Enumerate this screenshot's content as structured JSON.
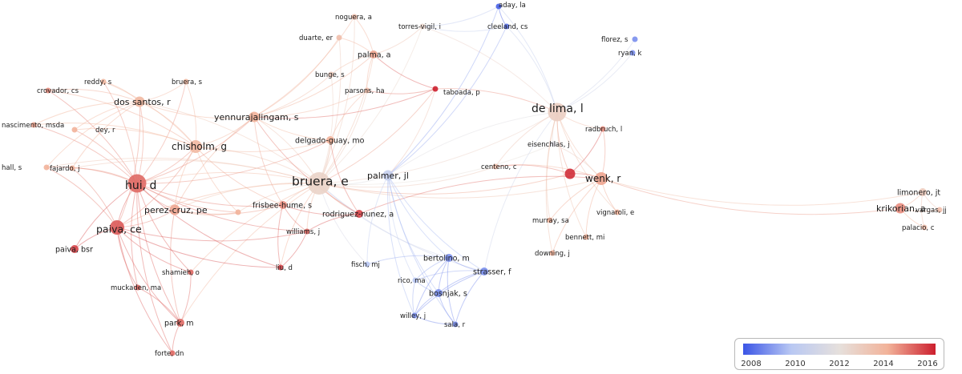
{
  "color_scale": {
    "min_year": 2008,
    "max_year": 2016,
    "stops": [
      "#3b55e6",
      "#b9c8f3",
      "#e6e0dc",
      "#f2b39a",
      "#cc1f2e"
    ],
    "ticks": [
      "2008",
      "2010",
      "2012",
      "2014",
      "2016"
    ]
  },
  "nodes": [
    {
      "id": "aday",
      "label": "aday, la",
      "year": 2008.2,
      "weight": 1
    },
    {
      "id": "noguera",
      "label": "noguera, a",
      "year": 2013.5,
      "weight": 1
    },
    {
      "id": "torres",
      "label": "torres-vigil, i",
      "year": 2012.5,
      "weight": 1
    },
    {
      "id": "cleeland",
      "label": "cleeland, cs",
      "year": 2008.5,
      "weight": 1
    },
    {
      "id": "duarte",
      "label": "duarte, er",
      "year": 2013.5,
      "weight": 1
    },
    {
      "id": "florez",
      "label": "florez, s",
      "year": 2009.0,
      "weight": 1
    },
    {
      "id": "palma",
      "label": "palma, a",
      "year": 2014.2,
      "weight": 2
    },
    {
      "id": "ryan",
      "label": "ryan, k",
      "year": 2009.0,
      "weight": 1
    },
    {
      "id": "reddy",
      "label": "reddy, s",
      "year": 2013.8,
      "weight": 1
    },
    {
      "id": "bruera_s",
      "label": "bruera, s",
      "year": 2013.8,
      "weight": 1
    },
    {
      "id": "crovador",
      "label": "crovador, cs",
      "year": 2014.5,
      "weight": 1
    },
    {
      "id": "bunge",
      "label": "bunge, s",
      "year": 2013.0,
      "weight": 1
    },
    {
      "id": "parsons",
      "label": "parsons, ha",
      "year": 2013.5,
      "weight": 1
    },
    {
      "id": "taboada",
      "label": "taboada, p",
      "year": 2016.0,
      "weight": 1
    },
    {
      "id": "dos_santos",
      "label": "dos santos, r",
      "year": 2013.8,
      "weight": 3
    },
    {
      "id": "delima",
      "label": "de lima, l",
      "year": 2012.8,
      "weight": 6
    },
    {
      "id": "yennu",
      "label": "yennurajalingam, s",
      "year": 2014.0,
      "weight": 3
    },
    {
      "id": "nascimento",
      "label": "nascimento, msda",
      "year": 2014.2,
      "weight": 1
    },
    {
      "id": "dey",
      "label": "dey, r",
      "year": 2014.0,
      "weight": 1
    },
    {
      "id": "radbruch",
      "label": "radbruch, l",
      "year": 2014.5,
      "weight": 1
    },
    {
      "id": "delgado",
      "label": "delgado-guay, mo",
      "year": 2014.0,
      "weight": 2
    },
    {
      "id": "eisenchlas",
      "label": "eisenchlas, j",
      "year": 2011.5,
      "weight": 1
    },
    {
      "id": "chisholm",
      "label": "chisholm, g",
      "year": 2013.8,
      "weight": 4
    },
    {
      "id": "centeno",
      "label": "centeno, c",
      "year": 2013.5,
      "weight": 1
    },
    {
      "id": "hall",
      "label": "hall, s",
      "year": 2014.0,
      "weight": 1
    },
    {
      "id": "fajardo",
      "label": "fajardo, j",
      "year": 2014.0,
      "weight": 1
    },
    {
      "id": "bruera_e",
      "label": "bruera, e",
      "year": 2012.6,
      "weight": 8
    },
    {
      "id": "palmer",
      "label": "palmer, jl",
      "year": 2010.5,
      "weight": 3
    },
    {
      "id": "unk1",
      "label": "",
      "year": 2015.8,
      "weight": 3
    },
    {
      "id": "wenk",
      "label": "wenk, r",
      "year": 2014.2,
      "weight": 4
    },
    {
      "id": "hui",
      "label": "hui, d",
      "year": 2015.0,
      "weight": 6
    },
    {
      "id": "limonero",
      "label": "limonero, jt",
      "year": 2013.0,
      "weight": 2
    },
    {
      "id": "perez",
      "label": "perez-cruz, pe",
      "year": 2014.2,
      "weight": 3
    },
    {
      "id": "frisbee",
      "label": "frisbee-hume, s",
      "year": 2014.5,
      "weight": 2
    },
    {
      "id": "unk2",
      "label": "",
      "year": 2014.0,
      "weight": 1
    },
    {
      "id": "rodriguez",
      "label": "rodriguez-nunez, a",
      "year": 2015.5,
      "weight": 2
    },
    {
      "id": "krikorian",
      "label": "krikorian, a",
      "year": 2014.5,
      "weight": 3
    },
    {
      "id": "vargas",
      "label": "vargas, jj",
      "year": 2013.5,
      "weight": 1
    },
    {
      "id": "vignaroli",
      "label": "vignaroli, e",
      "year": 2014.0,
      "weight": 1
    },
    {
      "id": "murray",
      "label": "murray, sa",
      "year": 2014.0,
      "weight": 1
    },
    {
      "id": "paiva_ce",
      "label": "paiva, ce",
      "year": 2015.2,
      "weight": 5
    },
    {
      "id": "bennett",
      "label": "bennett, mi",
      "year": 2014.0,
      "weight": 1
    },
    {
      "id": "palacio",
      "label": "palacio, c",
      "year": 2013.5,
      "weight": 1
    },
    {
      "id": "williams",
      "label": "williams, j",
      "year": 2015.0,
      "weight": 1
    },
    {
      "id": "paiva_bsr",
      "label": "paiva, bsr",
      "year": 2015.5,
      "weight": 2
    },
    {
      "id": "downing",
      "label": "downing, j",
      "year": 2014.0,
      "weight": 1
    },
    {
      "id": "bertolino",
      "label": "bertolino, m",
      "year": 2009.0,
      "weight": 2
    },
    {
      "id": "fisch",
      "label": "fisch, mj",
      "year": 2010.0,
      "weight": 1
    },
    {
      "id": "liu",
      "label": "liu, d",
      "year": 2015.5,
      "weight": 1
    },
    {
      "id": "shamieh",
      "label": "shamieh, o",
      "year": 2015.0,
      "weight": 1
    },
    {
      "id": "strasser",
      "label": "strasser, f",
      "year": 2009.0,
      "weight": 2
    },
    {
      "id": "rico",
      "label": "rico, ma",
      "year": 2010.0,
      "weight": 1
    },
    {
      "id": "muckaden",
      "label": "muckaden, ma",
      "year": 2015.0,
      "weight": 1
    },
    {
      "id": "bosnjak",
      "label": "bosnjak, s",
      "year": 2009.0,
      "weight": 2
    },
    {
      "id": "willey",
      "label": "willey, j",
      "year": 2009.0,
      "weight": 1
    },
    {
      "id": "sala",
      "label": "sala, r",
      "year": 2009.0,
      "weight": 1
    },
    {
      "id": "park",
      "label": "park, m",
      "year": 2015.0,
      "weight": 2
    },
    {
      "id": "forte",
      "label": "forte, dn",
      "year": 2015.0,
      "weight": 1
    }
  ],
  "links": [
    [
      "bruera_e",
      "hui"
    ],
    [
      "bruera_e",
      "chisholm"
    ],
    [
      "bruera_e",
      "yennu"
    ],
    [
      "bruera_e",
      "delgado"
    ],
    [
      "bruera_e",
      "perez"
    ],
    [
      "bruera_e",
      "frisbee"
    ],
    [
      "bruera_e",
      "palmer"
    ],
    [
      "bruera_e",
      "paiva_ce"
    ],
    [
      "bruera_e",
      "dos_santos"
    ],
    [
      "bruera_e",
      "parsons"
    ],
    [
      "bruera_e",
      "palma"
    ],
    [
      "bruera_e",
      "bunge"
    ],
    [
      "bruera_e",
      "delima"
    ],
    [
      "bruera_e",
      "wenk"
    ],
    [
      "bruera_e",
      "centeno"
    ],
    [
      "bruera_e",
      "rodriguez"
    ],
    [
      "bruera_e",
      "williams"
    ],
    [
      "bruera_e",
      "liu"
    ],
    [
      "bruera_e",
      "noguera"
    ],
    [
      "bruera_e",
      "duarte"
    ],
    [
      "bruera_e",
      "torres"
    ],
    [
      "bruera_e",
      "taboada"
    ],
    [
      "bruera_e",
      "unk1"
    ],
    [
      "bruera_e",
      "bertolino"
    ],
    [
      "bruera_e",
      "strasser"
    ],
    [
      "bruera_e",
      "fisch"
    ],
    [
      "bruera_e",
      "eisenchlas"
    ],
    [
      "bruera_e",
      "unk2"
    ],
    [
      "bruera_e",
      "park"
    ],
    [
      "bruera_e",
      "shamieh"
    ],
    [
      "hui",
      "chisholm"
    ],
    [
      "hui",
      "paiva_ce"
    ],
    [
      "hui",
      "dos_santos"
    ],
    [
      "hui",
      "perez"
    ],
    [
      "hui",
      "yennu"
    ],
    [
      "hui",
      "nascimento"
    ],
    [
      "hui",
      "crovador"
    ],
    [
      "hui",
      "reddy"
    ],
    [
      "hui",
      "dey"
    ],
    [
      "hui",
      "hall"
    ],
    [
      "hui",
      "fajardo"
    ],
    [
      "hui",
      "bruera_s"
    ],
    [
      "hui",
      "park"
    ],
    [
      "hui",
      "shamieh"
    ],
    [
      "hui",
      "muckaden"
    ],
    [
      "hui",
      "paiva_bsr"
    ],
    [
      "hui",
      "frisbee"
    ],
    [
      "hui",
      "williams"
    ],
    [
      "hui",
      "liu"
    ],
    [
      "hui",
      "delgado"
    ],
    [
      "hui",
      "unk2"
    ],
    [
      "hui",
      "forte"
    ],
    [
      "paiva_ce",
      "paiva_bsr"
    ],
    [
      "paiva_ce",
      "park"
    ],
    [
      "paiva_ce",
      "muckaden"
    ],
    [
      "paiva_ce",
      "shamieh"
    ],
    [
      "paiva_ce",
      "chisholm"
    ],
    [
      "paiva_ce",
      "perez"
    ],
    [
      "paiva_ce",
      "dos_santos"
    ],
    [
      "paiva_ce",
      "hall"
    ],
    [
      "paiva_ce",
      "fajardo"
    ],
    [
      "paiva_ce",
      "liu"
    ],
    [
      "paiva_ce",
      "williams"
    ],
    [
      "paiva_ce",
      "forte"
    ],
    [
      "chisholm",
      "dos_santos"
    ],
    [
      "chisholm",
      "yennu"
    ],
    [
      "chisholm",
      "perez"
    ],
    [
      "chisholm",
      "dey"
    ],
    [
      "chisholm",
      "reddy"
    ],
    [
      "chisholm",
      "bruera_s"
    ],
    [
      "chisholm",
      "crovador"
    ],
    [
      "chisholm",
      "nascimento"
    ],
    [
      "chisholm",
      "frisbee"
    ],
    [
      "chisholm",
      "delgado"
    ],
    [
      "chisholm",
      "unk2"
    ],
    [
      "dos_santos",
      "crovador"
    ],
    [
      "dos_santos",
      "reddy"
    ],
    [
      "dos_santos",
      "nascimento"
    ],
    [
      "dos_santos",
      "dey"
    ],
    [
      "dos_santos",
      "bruera_s"
    ],
    [
      "dos_santos",
      "fajardo"
    ],
    [
      "dos_santos",
      "hall"
    ],
    [
      "dos_santos",
      "yennu"
    ],
    [
      "yennu",
      "delgado"
    ],
    [
      "yennu",
      "parsons"
    ],
    [
      "yennu",
      "palma"
    ],
    [
      "yennu",
      "bunge"
    ],
    [
      "yennu",
      "duarte"
    ],
    [
      "yennu",
      "noguera"
    ],
    [
      "yennu",
      "perez"
    ],
    [
      "yennu",
      "frisbee"
    ],
    [
      "yennu",
      "taboada"
    ],
    [
      "yennu",
      "rodriguez"
    ],
    [
      "palma",
      "noguera"
    ],
    [
      "palma",
      "duarte"
    ],
    [
      "palma",
      "parsons"
    ],
    [
      "palma",
      "taboada"
    ],
    [
      "palma",
      "bunge"
    ],
    [
      "palma",
      "torres"
    ],
    [
      "parsons",
      "taboada"
    ],
    [
      "parsons",
      "delgado"
    ],
    [
      "delgado",
      "rodriguez"
    ],
    [
      "frisbee",
      "rodriguez"
    ],
    [
      "frisbee",
      "williams"
    ],
    [
      "frisbee",
      "liu"
    ],
    [
      "perez",
      "frisbee"
    ],
    [
      "perez",
      "park"
    ],
    [
      "perez",
      "unk2"
    ],
    [
      "delima",
      "wenk"
    ],
    [
      "delima",
      "unk1"
    ],
    [
      "delima",
      "radbruch"
    ],
    [
      "delima",
      "eisenchlas"
    ],
    [
      "delima",
      "centeno"
    ],
    [
      "delima",
      "aday"
    ],
    [
      "delima",
      "cleeland"
    ],
    [
      "delima",
      "florez"
    ],
    [
      "delima",
      "ryan"
    ],
    [
      "delima",
      "vignaroli"
    ],
    [
      "delima",
      "murray"
    ],
    [
      "delima",
      "bennett"
    ],
    [
      "delima",
      "taboada"
    ],
    [
      "delima",
      "palmer"
    ],
    [
      "delima",
      "torres"
    ],
    [
      "delima",
      "downing"
    ],
    [
      "delima",
      "strasser"
    ],
    [
      "wenk",
      "unk1"
    ],
    [
      "wenk",
      "radbruch"
    ],
    [
      "wenk",
      "murray"
    ],
    [
      "wenk",
      "bennett"
    ],
    [
      "wenk",
      "vignaroli"
    ],
    [
      "wenk",
      "downing"
    ],
    [
      "wenk",
      "centeno"
    ],
    [
      "wenk",
      "eisenchlas"
    ],
    [
      "wenk",
      "krikorian"
    ],
    [
      "wenk",
      "limonero"
    ],
    [
      "wenk",
      "rodriguez"
    ],
    [
      "unk1",
      "radbruch"
    ],
    [
      "unk1",
      "centeno"
    ],
    [
      "aday",
      "cleeland"
    ],
    [
      "torres",
      "cleeland"
    ],
    [
      "torres",
      "aday"
    ],
    [
      "palmer",
      "aday"
    ],
    [
      "palmer",
      "cleeland"
    ],
    [
      "palmer",
      "bertolino"
    ],
    [
      "palmer",
      "strasser"
    ],
    [
      "palmer",
      "fisch"
    ],
    [
      "palmer",
      "rico"
    ],
    [
      "palmer",
      "bosnjak"
    ],
    [
      "palmer",
      "willey"
    ],
    [
      "palmer",
      "sala"
    ],
    [
      "palmer",
      "taboada"
    ],
    [
      "bertolino",
      "strasser"
    ],
    [
      "bertolino",
      "rico"
    ],
    [
      "bertolino",
      "bosnjak"
    ],
    [
      "bertolino",
      "willey"
    ],
    [
      "bertolino",
      "sala"
    ],
    [
      "bertolino",
      "fisch"
    ],
    [
      "strasser",
      "bosnjak"
    ],
    [
      "strasser",
      "sala"
    ],
    [
      "strasser",
      "willey"
    ],
    [
      "strasser",
      "rico"
    ],
    [
      "bosnjak",
      "willey"
    ],
    [
      "bosnjak",
      "sala"
    ],
    [
      "rico",
      "willey"
    ],
    [
      "rico",
      "bosnjak"
    ],
    [
      "willey",
      "sala"
    ],
    [
      "krikorian",
      "limonero"
    ],
    [
      "krikorian",
      "vargas"
    ],
    [
      "krikorian",
      "palacio"
    ],
    [
      "limonero",
      "vargas"
    ],
    [
      "limonero",
      "palacio"
    ],
    [
      "park",
      "muckaden"
    ],
    [
      "park",
      "shamieh"
    ],
    [
      "park",
      "forte"
    ],
    [
      "liu",
      "williams"
    ],
    [
      "rodriguez",
      "williams"
    ],
    [
      "bruera_e",
      "hall"
    ],
    [
      "bruera_e",
      "fajardo"
    ]
  ]
}
